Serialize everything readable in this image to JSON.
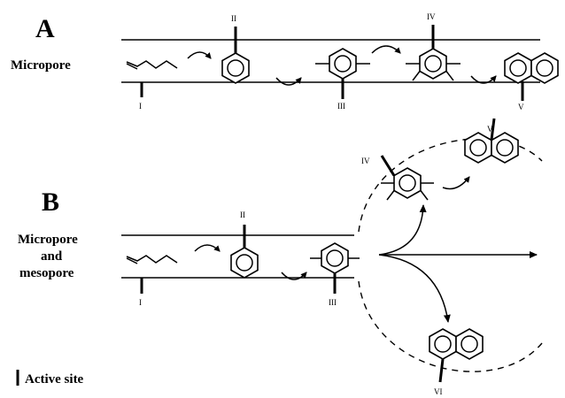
{
  "panel_a": {
    "label": "A",
    "pore_label": "Micropore",
    "site_labels": [
      "I",
      "II",
      "III",
      "IV",
      "V"
    ]
  },
  "panel_b": {
    "label": "B",
    "pore_label_lines": [
      "Micropore",
      "and",
      "mesopore"
    ],
    "site_labels": [
      "I",
      "II",
      "III",
      "IV",
      "V",
      "VI"
    ]
  },
  "legend": {
    "label": "Active site"
  }
}
